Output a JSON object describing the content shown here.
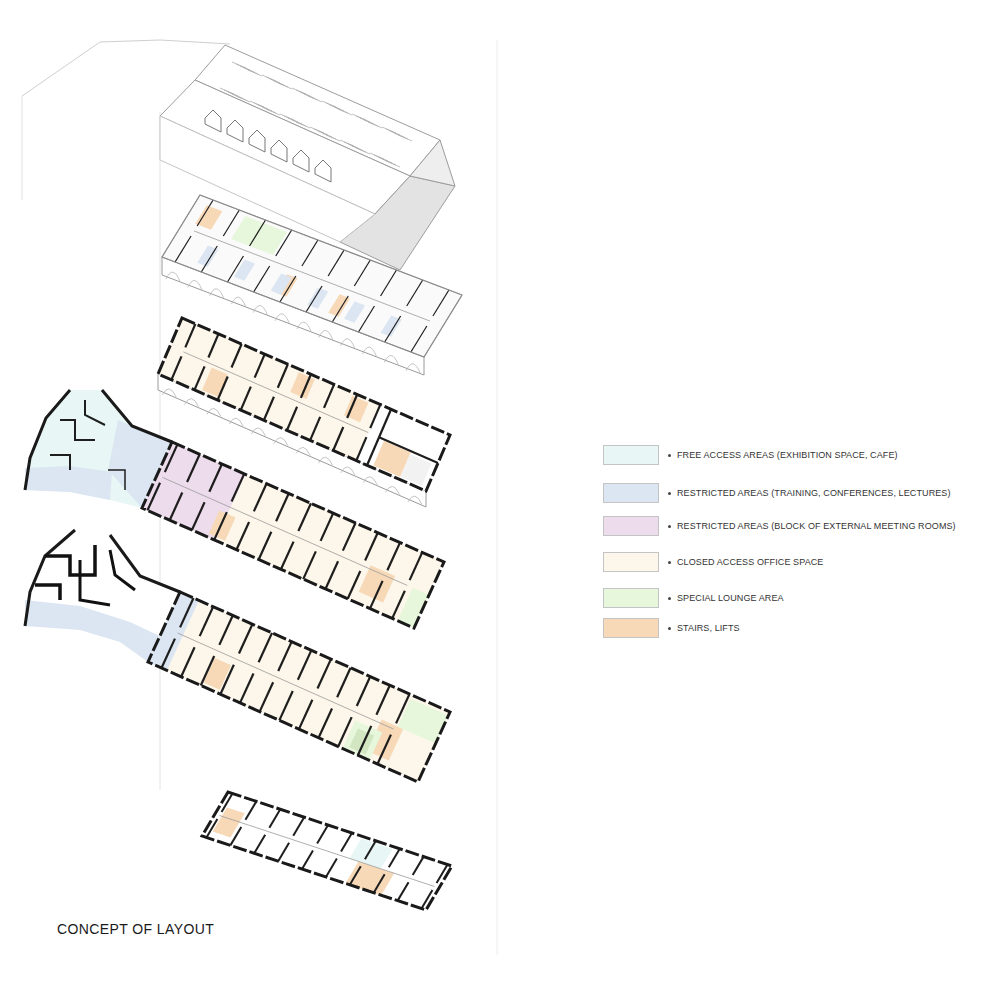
{
  "diagram": {
    "title": "CONCEPT OF LAYOUT",
    "legend": [
      {
        "text": "FREE ACCESS AREAS (EXHIBITION SPACE, CAFE)",
        "color": "#e8f7f5"
      },
      {
        "text": "RESTRICTED AREAS (TRAINING, CONFERENCES, LECTURES)",
        "color": "#dce6f2"
      },
      {
        "text": "RESTRICTED AREAS (BLOCK OF EXTERNAL MEETING ROOMS)",
        "color": "#eddcec"
      },
      {
        "text": "CLOSED ACCESS OFFICE SPACE",
        "color": "#fcf7ea"
      },
      {
        "text": "SPECIAL LOUNGE AREA",
        "color": "#e6f7dc"
      },
      {
        "text": "STAIRS, LIFTS",
        "color": "#f7d9b8"
      }
    ]
  }
}
